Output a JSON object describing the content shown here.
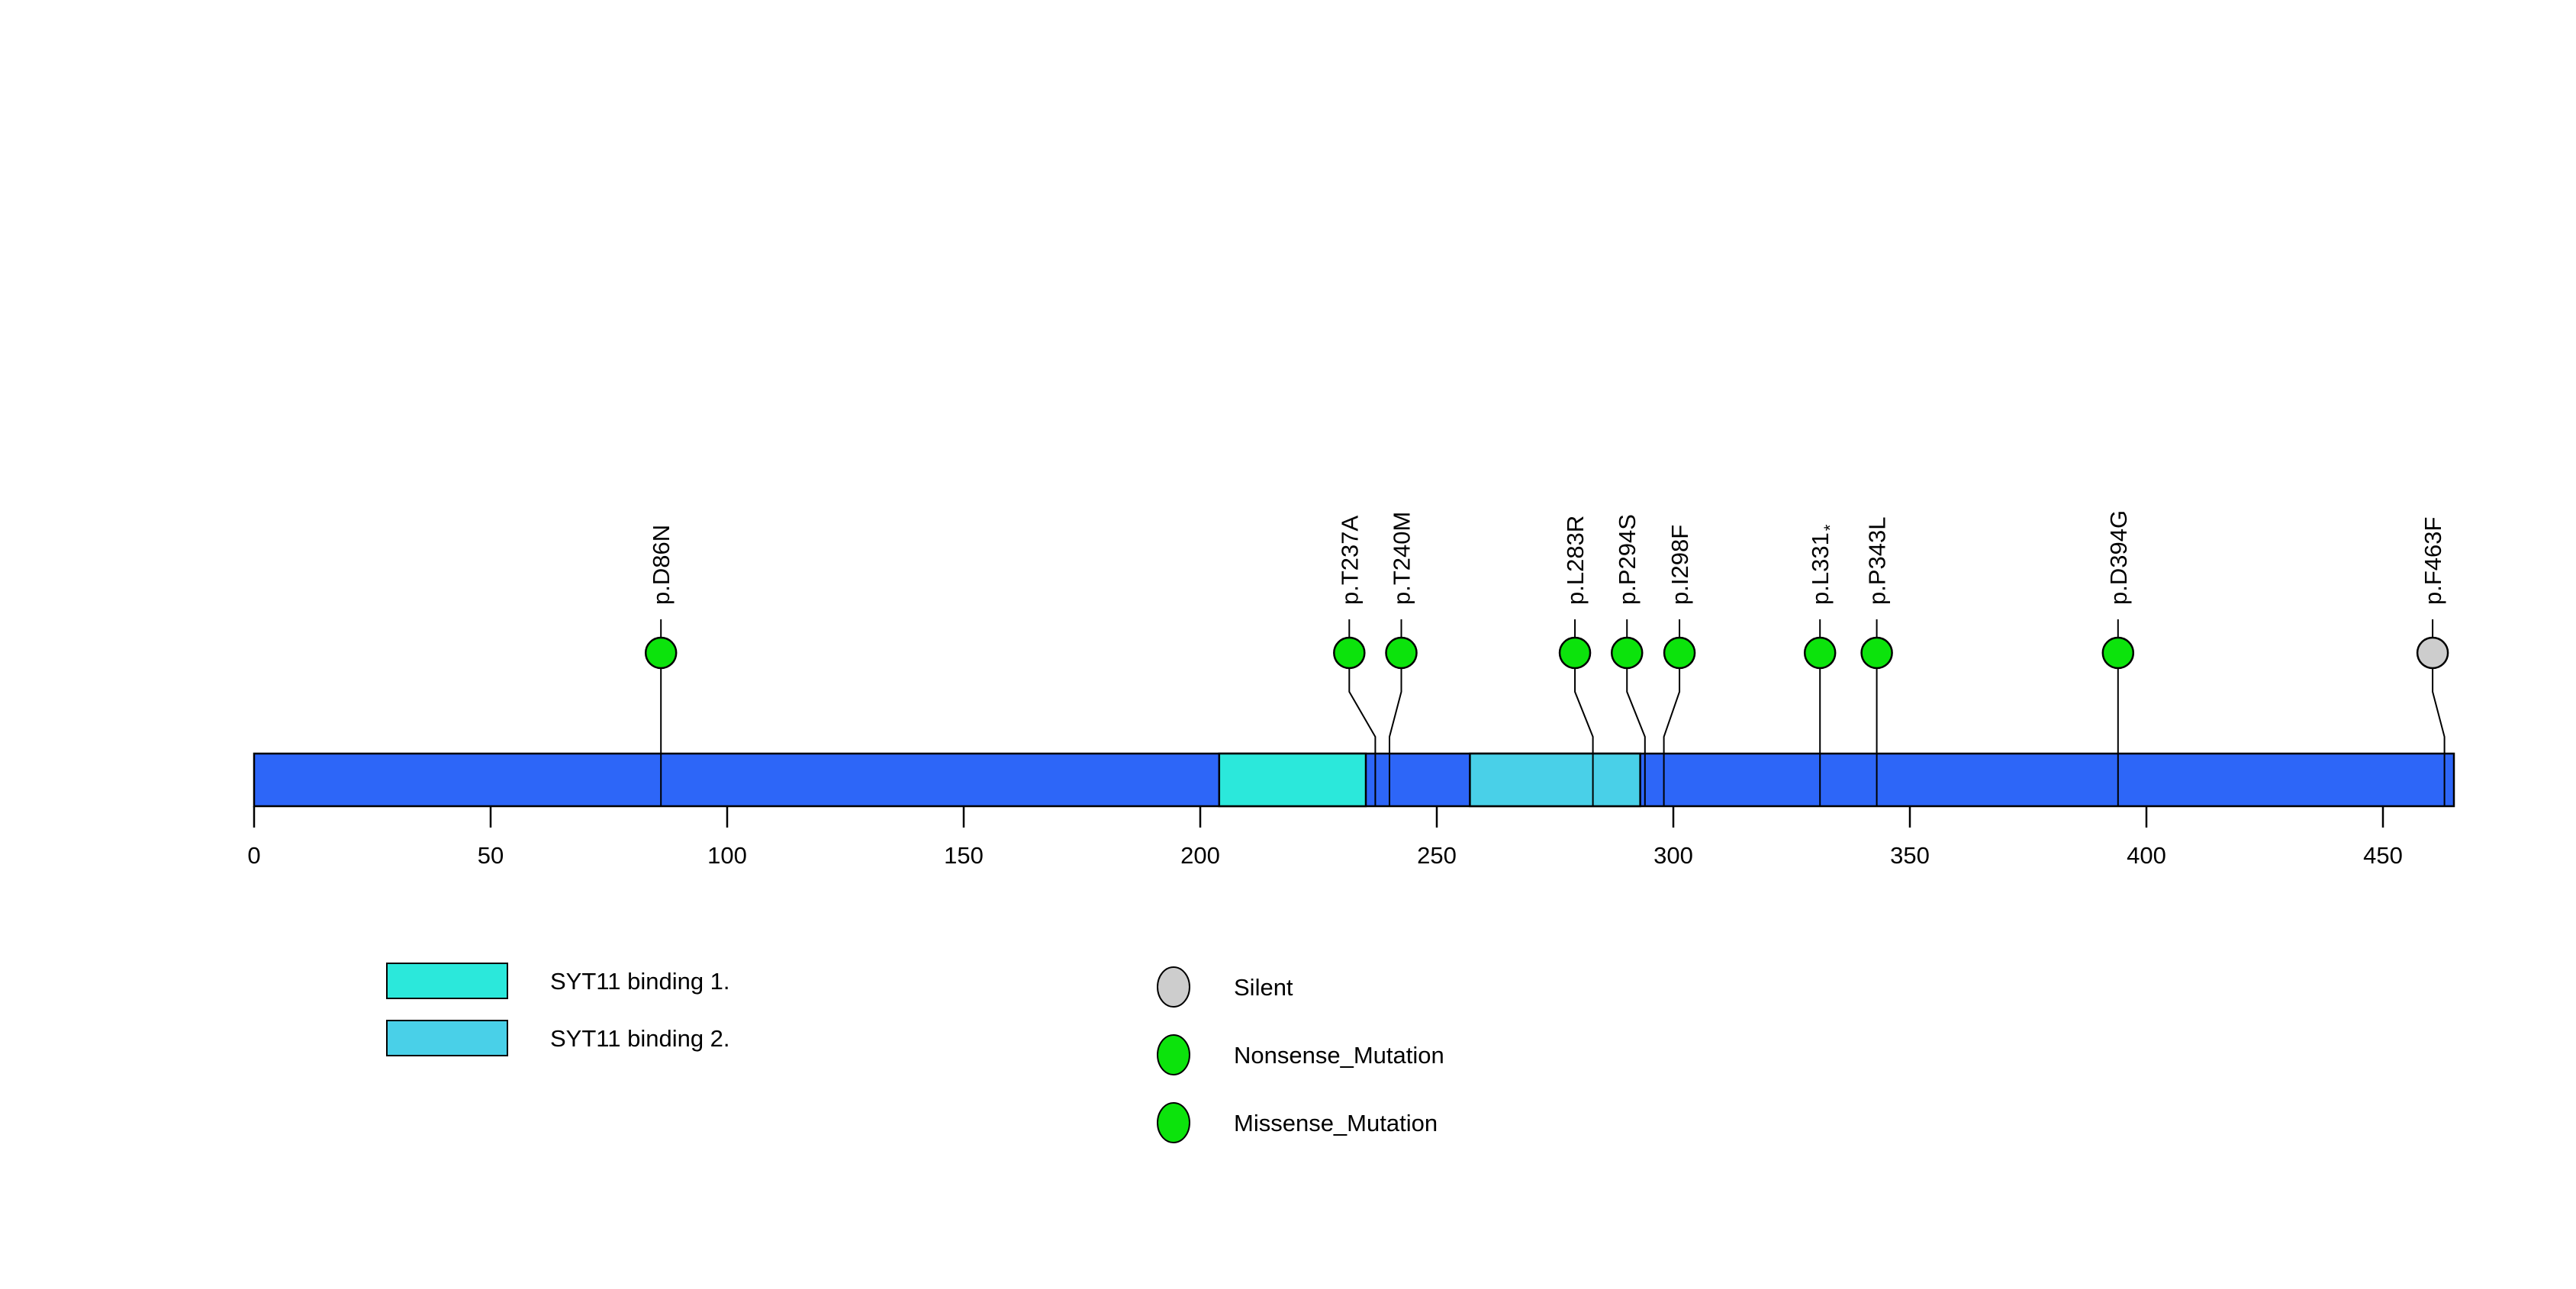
{
  "chart_data": {
    "type": "lollipop",
    "description": "Protein lollipop mutation plot",
    "xlim": [
      0,
      465
    ],
    "protein_end_aa": 465,
    "axis_ticks": [
      0,
      50,
      100,
      150,
      200,
      250,
      300,
      350,
      400,
      450
    ],
    "colors": {
      "background": "#FFFFFF",
      "protein_bar": "#2D66F8",
      "outline": "#000000",
      "domain_1": "#2BE8DB",
      "domain_2": "#49D0E8",
      "silent": "#CDCDCD",
      "nonsense_mutation": "#0CE30C",
      "missense_mutation": "#0CE30C"
    },
    "domains": [
      {
        "name": "SYT11 binding 1.",
        "start": 204,
        "end": 235,
        "color_key": "domain_1"
      },
      {
        "name": "SYT11 binding 2.",
        "start": 257,
        "end": 293,
        "color_key": "domain_2"
      }
    ],
    "mutations": [
      {
        "label": "p.D86N",
        "aa": 86,
        "circle_aa": 86,
        "type": "Missense_Mutation"
      },
      {
        "label": "p.T237A",
        "aa": 237,
        "circle_aa": 231.5,
        "type": "Missense_Mutation"
      },
      {
        "label": "p.T240M",
        "aa": 240,
        "circle_aa": 242.5,
        "type": "Missense_Mutation"
      },
      {
        "label": "p.L283R",
        "aa": 283,
        "circle_aa": 279.2,
        "type": "Missense_Mutation"
      },
      {
        "label": "p.P294S",
        "aa": 294,
        "circle_aa": 290.2,
        "type": "Missense_Mutation"
      },
      {
        "label": "p.I298F",
        "aa": 298,
        "circle_aa": 301.3,
        "type": "Missense_Mutation"
      },
      {
        "label": "p.L331",
        "label_suffix": "*",
        "aa": 331,
        "circle_aa": 331,
        "type": "Nonsense_Mutation"
      },
      {
        "label": "p.P343L",
        "aa": 343,
        "circle_aa": 343,
        "type": "Missense_Mutation"
      },
      {
        "label": "p.D394G",
        "aa": 394,
        "circle_aa": 394,
        "type": "Missense_Mutation"
      },
      {
        "label": "p.F463F",
        "aa": 463,
        "circle_aa": 460.5,
        "type": "Silent"
      }
    ],
    "legend_domains": [
      {
        "label": "SYT11 binding 1.",
        "color_key": "domain_1"
      },
      {
        "label": "SYT11 binding 2.",
        "color_key": "domain_2"
      }
    ],
    "legend_mutation_types": [
      {
        "label": "Silent",
        "color_key": "silent"
      },
      {
        "label": "Nonsense_Mutation",
        "color_key": "nonsense_mutation"
      },
      {
        "label": "Missense_Mutation",
        "color_key": "missense_mutation"
      }
    ]
  }
}
